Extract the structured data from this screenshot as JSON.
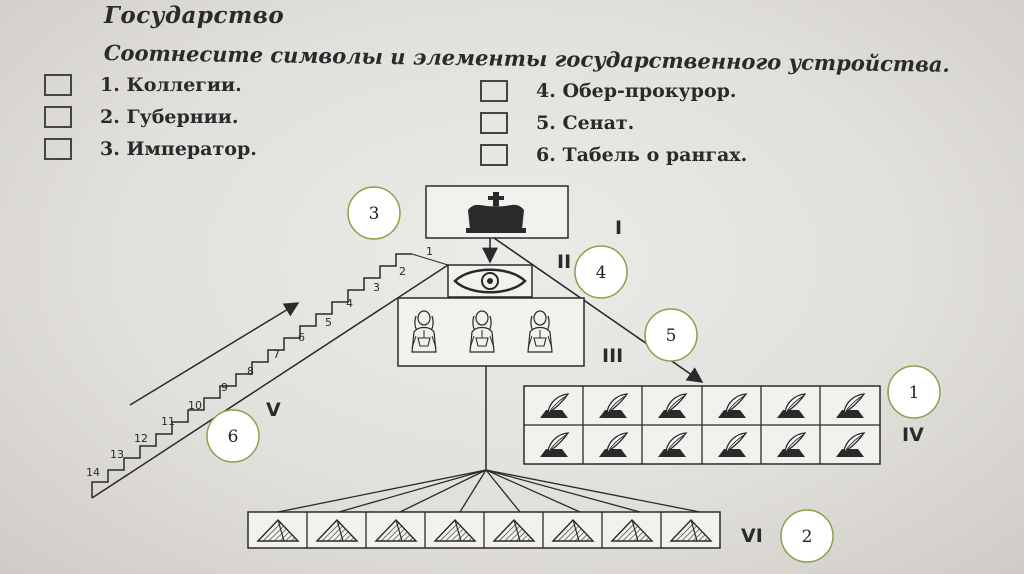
{
  "title": "Государство",
  "instruction": "Соотнесите символы и элементы государственного устройства.",
  "options": [
    {
      "label": "1. Коллегии."
    },
    {
      "label": "2. Губернии."
    },
    {
      "label": "3. Император."
    },
    {
      "label": "4. Обер-прокурор."
    },
    {
      "label": "5. Сенат."
    },
    {
      "label": "6. Табель о рангах."
    }
  ],
  "levels": {
    "I": "I",
    "II": "II",
    "III": "III",
    "IV": "IV",
    "V": "V",
    "VI": "VI"
  },
  "step_numbers": [
    "1",
    "2",
    "3",
    "4",
    "5",
    "6",
    "7",
    "8",
    "9",
    "10",
    "11",
    "12",
    "13",
    "14"
  ],
  "answer_circles": [
    "3",
    "4",
    "5",
    "1",
    "6",
    "2"
  ],
  "icons": {
    "emperor": "crown-icon",
    "ober_prokuror": "eye-icon",
    "senate": "senators-icon",
    "collegia": "quill-inkwell-icon",
    "gubernii": "pyramid-icon"
  }
}
